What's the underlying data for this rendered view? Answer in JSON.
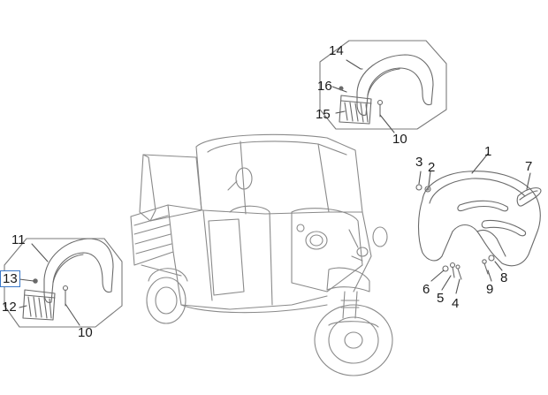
{
  "diagram": {
    "callouts": {
      "p1": "1",
      "p2": "2",
      "p3": "3",
      "p4": "4",
      "p5": "5",
      "p6": "6",
      "p7": "7",
      "p8": "8",
      "p9": "9",
      "p10_top": "10",
      "p10_bottom": "10",
      "p11": "11",
      "p12": "12",
      "p13": "13",
      "p14": "14",
      "p15": "15",
      "p16": "16"
    },
    "highlighted_part": "13",
    "colors": {
      "line": "#6a6a6a",
      "highlight": "#3a78c9",
      "background": "#ffffff"
    }
  }
}
